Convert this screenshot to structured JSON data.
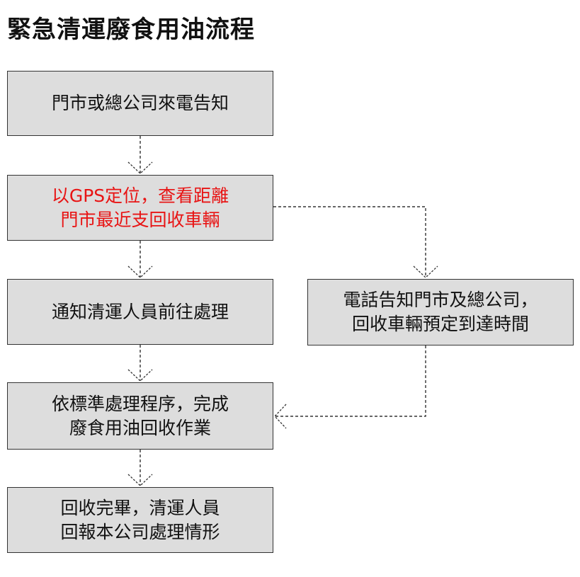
{
  "title": "緊急清運廢食用油流程",
  "colors": {
    "box_fill": "#dddddd",
    "box_border": "#333333",
    "highlight_text": "#e81414",
    "connector": "#333333"
  },
  "steps": [
    {
      "id": "store-or-hq-calls",
      "lines": [
        "門市或總公司來電告知"
      ]
    },
    {
      "id": "gps-locate-vehicle",
      "lines": [
        "以GPS定位，查看距離",
        "門市最近支回收車輛"
      ],
      "highlight": true
    },
    {
      "id": "notify-crew",
      "lines": [
        "通知清運人員前往處理"
      ]
    },
    {
      "id": "phone-eta",
      "lines": [
        "電話告知門市及總公司，",
        "回收車輛預定到達時間"
      ]
    },
    {
      "id": "standard-procedure",
      "lines": [
        "依標準處理程序，完成",
        "廢食用油回收作業"
      ]
    },
    {
      "id": "report-back",
      "lines": [
        "回收完畢，清運人員",
        "回報本公司處理情形"
      ]
    }
  ]
}
